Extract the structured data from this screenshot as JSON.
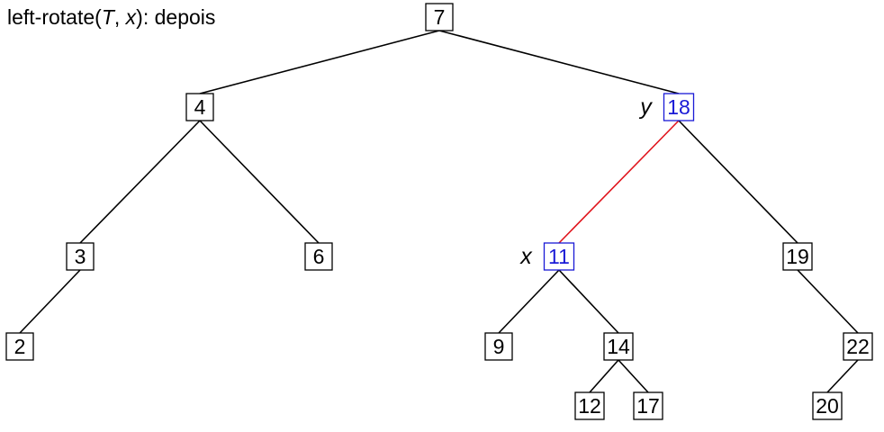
{
  "title": {
    "prefix": "left-rotate(",
    "arg1": "T",
    "sep": ", ",
    "arg2": "x",
    "suffix": "): depois"
  },
  "colors": {
    "highlight_node": "#1a1ad6",
    "highlight_edge": "#e0141c",
    "default": "#000000"
  },
  "nodes": [
    {
      "id": "n7",
      "label": "7"
    },
    {
      "id": "n4",
      "label": "4"
    },
    {
      "id": "n18",
      "label": "18",
      "highlight": true,
      "marker": "y"
    },
    {
      "id": "n3",
      "label": "3"
    },
    {
      "id": "n6",
      "label": "6"
    },
    {
      "id": "n11",
      "label": "11",
      "highlight": true,
      "marker": "x"
    },
    {
      "id": "n19",
      "label": "19"
    },
    {
      "id": "n2",
      "label": "2"
    },
    {
      "id": "n9",
      "label": "9"
    },
    {
      "id": "n14",
      "label": "14"
    },
    {
      "id": "n22",
      "label": "22"
    },
    {
      "id": "n12",
      "label": "12"
    },
    {
      "id": "n17",
      "label": "17"
    },
    {
      "id": "n20",
      "label": "20"
    }
  ],
  "edges": [
    {
      "from": "n7",
      "to": "n4"
    },
    {
      "from": "n7",
      "to": "n18"
    },
    {
      "from": "n4",
      "to": "n3"
    },
    {
      "from": "n4",
      "to": "n6"
    },
    {
      "from": "n18",
      "to": "n11",
      "highlight": true
    },
    {
      "from": "n18",
      "to": "n19"
    },
    {
      "from": "n3",
      "to": "n2"
    },
    {
      "from": "n11",
      "to": "n9"
    },
    {
      "from": "n11",
      "to": "n14"
    },
    {
      "from": "n19",
      "to": "n22"
    },
    {
      "from": "n14",
      "to": "n12"
    },
    {
      "from": "n14",
      "to": "n17"
    },
    {
      "from": "n22",
      "to": "n20"
    }
  ]
}
